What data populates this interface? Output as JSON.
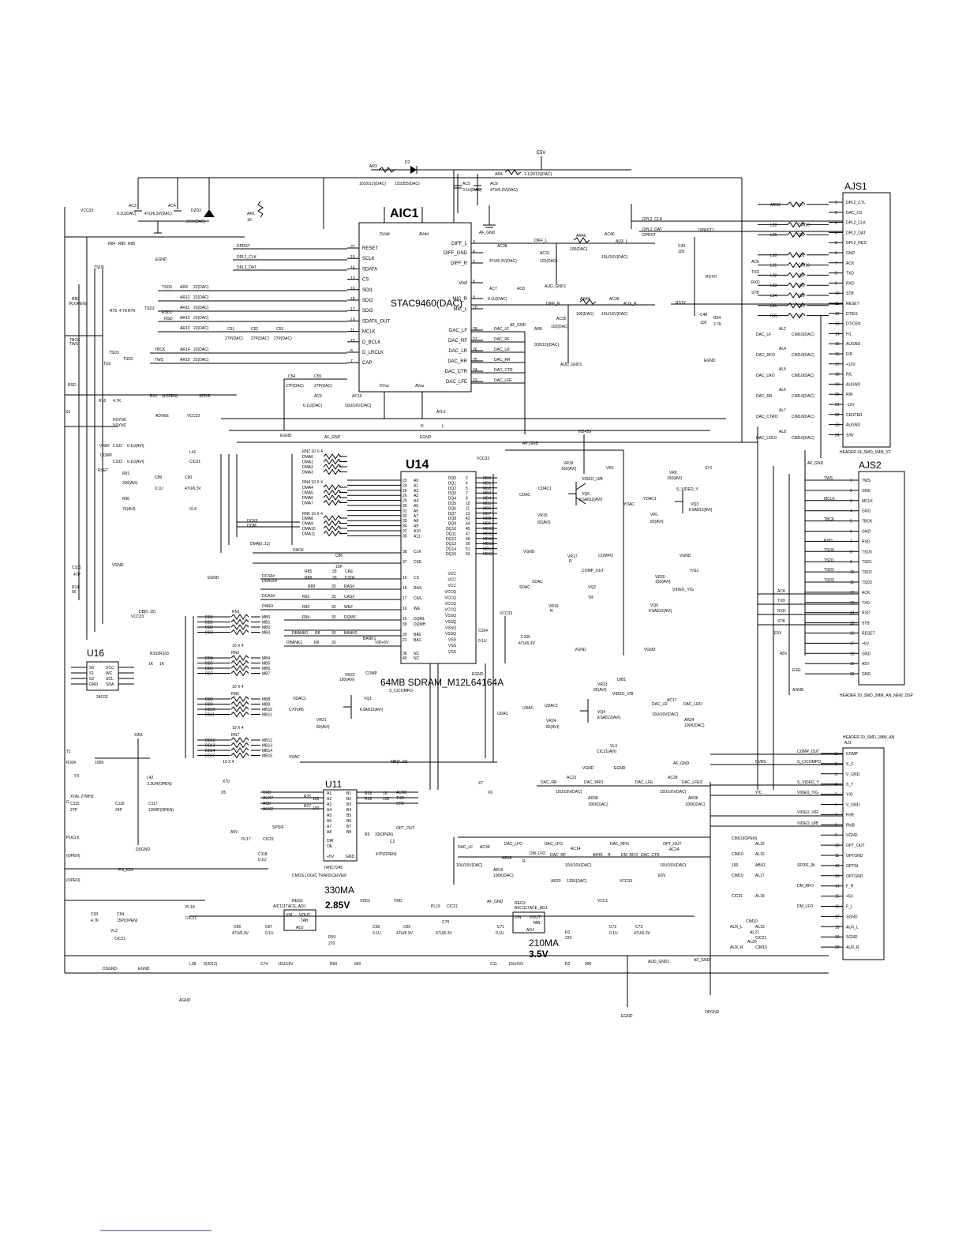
{
  "rail": {
    "e5v": "E5V",
    "vcc33": "VCC33",
    "vid5v": "VID+5V"
  },
  "aic1": {
    "ref": "AIC1",
    "part": "STAC9460(DAC)",
    "left_pins": [
      {
        "name": "RESET",
        "num": "22"
      },
      {
        "name": "SCLK",
        "num": "15"
      },
      {
        "name": "SDATA",
        "num": "14"
      },
      {
        "name": "CS",
        "num": "13"
      },
      {
        "name": "SDI1",
        "num": "16"
      },
      {
        "name": "SDI2",
        "num": "18"
      },
      {
        "name": "SDI3",
        "num": "17"
      },
      {
        "name": "SDATA_OUT",
        "num": "10"
      },
      {
        "name": "MCLK",
        "num": "11"
      },
      {
        "name": "D_BCLK",
        "num": "12"
      },
      {
        "name": "D_LRCLK",
        "num": "8"
      },
      {
        "name": "CAP",
        "num": "7"
      }
    ],
    "right_pins": [
      {
        "name": "DIFF_L",
        "num": "3"
      },
      {
        "name": "DIFF_GND",
        "num": "4"
      },
      {
        "name": "DIFF_R",
        "num": "5"
      },
      {
        "name": "Vref",
        "num": "6"
      },
      {
        "name": "MIC_R",
        "num": "9"
      },
      {
        "name": "MIC_L",
        "num": "10"
      },
      {
        "name": "DAC_LF",
        "num": "28"
      },
      {
        "name": "DAC_RF",
        "num": "27"
      },
      {
        "name": "DAC_LR",
        "num": "26"
      },
      {
        "name": "DAC_RR",
        "num": "25"
      },
      {
        "name": "DAC_CTR",
        "num": "24"
      },
      {
        "name": "DAC_LFE",
        "num": "23"
      }
    ],
    "top_pins": [
      "DVdd",
      "AVdd"
    ],
    "bottom_pins": [
      "DVss",
      "AVss"
    ]
  },
  "u14": {
    "ref": "U14",
    "part": "64MB SDRAM_M12L64164A",
    "vcc": "VCC33",
    "addr_pins": [
      {
        "name": "A0",
        "num": "23"
      },
      {
        "name": "A1",
        "num": "24"
      },
      {
        "name": "A2",
        "num": "25"
      },
      {
        "name": "A3",
        "num": "26"
      },
      {
        "name": "A4",
        "num": "29"
      },
      {
        "name": "A5",
        "num": "30"
      },
      {
        "name": "A6",
        "num": "31"
      },
      {
        "name": "A7",
        "num": "32"
      },
      {
        "name": "A8",
        "num": "33"
      },
      {
        "name": "A9",
        "num": "34"
      },
      {
        "name": "A10",
        "num": "22"
      },
      {
        "name": "A11",
        "num": "35"
      }
    ],
    "ctrl_pins": [
      {
        "name": "CLK",
        "num": "38"
      },
      {
        "name": "CKE",
        "num": "37"
      },
      {
        "name": "CS",
        "num": "19"
      },
      {
        "name": "RAS",
        "num": "18"
      },
      {
        "name": "CAS",
        "num": "17"
      },
      {
        "name": "WE",
        "num": "16"
      },
      {
        "name": "DQML",
        "num": "15"
      },
      {
        "name": "DQMH",
        "num": "39"
      },
      {
        "name": "BA0",
        "num": "20"
      },
      {
        "name": "BA1",
        "num": "21"
      },
      {
        "name": "NC",
        "num": "36"
      },
      {
        "name": "NC",
        "num": "40"
      }
    ],
    "dq_pins": [
      {
        "name": "DQ0",
        "num": "2"
      },
      {
        "name": "DQ1",
        "num": "4"
      },
      {
        "name": "DQ2",
        "num": "5"
      },
      {
        "name": "DQ3",
        "num": "7"
      },
      {
        "name": "DQ4",
        "num": "8"
      },
      {
        "name": "DQ5",
        "num": "10"
      },
      {
        "name": "DQ6",
        "num": "11"
      },
      {
        "name": "DQ7",
        "num": "13"
      },
      {
        "name": "DQ8",
        "num": "42"
      },
      {
        "name": "DQ9",
        "num": "44"
      },
      {
        "name": "DQ10",
        "num": "45"
      },
      {
        "name": "DQ11",
        "num": "47"
      },
      {
        "name": "DQ12",
        "num": "48"
      },
      {
        "name": "DQ13",
        "num": "50"
      },
      {
        "name": "DQ14",
        "num": "51"
      },
      {
        "name": "DQ15",
        "num": "53"
      }
    ],
    "mb_nets": [
      "MB0",
      "MB1",
      "MB2",
      "MB3",
      "MB4",
      "MB5",
      "MB6",
      "MB7",
      "MB8",
      "MB9",
      "MB10",
      "MB11",
      "MB12",
      "MB13",
      "MB14",
      "MB15"
    ],
    "power_pins": [
      "VCC",
      "VCC",
      "VCC",
      "VCCQ",
      "VCCQ",
      "VCCQ",
      "VCCQ",
      "VSSQ",
      "VSSQ",
      "VSSQ",
      "VSSQ",
      "VSS",
      "VSS",
      "VSS"
    ]
  },
  "u11": {
    "ref": "U11",
    "part": "74HCT245",
    "desc": "CMOS LOGIC TRANSCEIVER",
    "a_pins": [
      "A1",
      "A2",
      "A3",
      "A4",
      "A5",
      "A6",
      "A7",
      "A8"
    ],
    "b_pins": [
      "B1",
      "B2",
      "B3",
      "B4",
      "B5",
      "B6",
      "B7",
      "B8"
    ],
    "ctrl": [
      "DIR",
      "OE",
      "+5V",
      "GND"
    ],
    "in_nets": [
      "RXD",
      "AUX7",
      "ACK",
      "AUX2"
    ],
    "out_nets": [
      "AUX8",
      "TXD",
      "STB",
      "OPT_OUT"
    ]
  },
  "u16": {
    "ref": "U16",
    "part": "24C02",
    "left": [
      "S0",
      "S1",
      "S2",
      "GND"
    ],
    "right": [
      "VCC",
      "WC",
      "SCL",
      "SDA"
    ]
  },
  "ajs1": {
    "ref": "AJS1",
    "part": "HEADER 24_SMD_1MM_ST",
    "pins": [
      "DPL2_CTL",
      "DAC_CS",
      "DPL2_CLK",
      "DPL2_DAT",
      "DPL2_RES",
      "GND",
      "ACK",
      "TXD",
      "RXD",
      "STB",
      "RESET",
      "DT/ES",
      "DT/CEN",
      "F/L",
      "AUGND",
      "F/R",
      "+12V",
      "R/L",
      "AUGND",
      "R/R",
      "-12V",
      "CENTER",
      "AUGND",
      "S/W"
    ]
  },
  "ajs2": {
    "ref": "AJS2",
    "part": "HEADER 20_SMD_2MM_AN_NEW_DSP",
    "pins": [
      "TWS",
      "GND",
      "MCLK",
      "GND",
      "TBCK",
      "GND",
      "RSD",
      "TSD0",
      "TSD1",
      "TSD2",
      "TSD3",
      "ACK",
      "TXD",
      "RXD",
      "STB",
      "RESET",
      "+5V",
      "GND",
      "A5V",
      "GND"
    ]
  },
  "aj1": {
    "ref": "AJ1",
    "part": "HEADER 20_SMD_1MM_AN",
    "pins": [
      "COMP",
      "S_C",
      "V_GND",
      "S_Y",
      "Y/G",
      "V_GND",
      "Pr/R",
      "Pb/B",
      "VGND",
      "OPT_OUT",
      "OPTGND",
      "OPTIN",
      "OPTGND",
      "F_R",
      "+5V",
      "F_L",
      "SGND",
      "AUX_L",
      "SGND",
      "AUX_R"
    ]
  },
  "regs": [
    {
      "ref": "REG2",
      "part": "AIC1117ACE_ADJ",
      "pins": [
        "VIN",
        "VOUT",
        "TAB",
        "ADJ"
      ],
      "current": "330MA",
      "voltage": "2.85V"
    },
    {
      "ref": "REG3",
      "part": "AIC1117ACE_ADJ",
      "pins": [
        "VIN",
        "VOUT",
        "TAB",
        "ADJ"
      ],
      "current": "210MA",
      "voltage": "3.5V"
    }
  ],
  "transistors": [
    {
      "ref": "VQ5",
      "part": "KSA812(AVI)"
    },
    {
      "ref": "VQ3",
      "part": "KSA812(AVI)"
    },
    {
      "ref": "VQ2",
      "part": "TR"
    },
    {
      "ref": "VQ6",
      "part": "KSA812(AVI)"
    },
    {
      "ref": "VQ1",
      "part": "KSA812(AVI)"
    },
    {
      "ref": "VQ4",
      "part": "KSA812(AVI)"
    }
  ],
  "parts": [
    "AR3 10(2012)(DAC)",
    "D2 1SS355(DAC)",
    "AC5 0.1U(DAC)",
    "AC6 47U/6.3V(DAC)",
    "AR4 1.1(2012)(DAC)",
    "AC3 0.1U(DAC)",
    "AC4 47U/6.3V(DAC)",
    "DZD2 3.6V(DAC)",
    "AR1 1K",
    "AR40 100(DAC)",
    "AC40 10U/16V(DAC)",
    "AC31 102(DAC)",
    "AR44 100(DAC)",
    "AC36 10U/16V(DAC)",
    "AC35 102(DAC)",
    "AR8 0(2012)(DAC)",
    "C43 105",
    "C48 105",
    "R34 2.7K",
    "C51 27P(DAC)",
    "C52 27P(DAC)",
    "C53 27P(DAC)",
    "C54 27P(DAC)",
    "C55 27P(DAC)",
    "AC9 0.1U(DAC)",
    "AC10 10U/16V(DAC)",
    "AC38 47U/6.3V(DAC)",
    "AC7 0.1U(DAC)",
    "VR18 150(AVI)",
    "VR15 82(AVI)",
    "VR1 82(AVI)",
    "VR6 150(AVI)",
    "VR17",
    "VR16",
    "VR20 150(AVI)",
    "VR21 82(AVI)",
    "VR22 150(AVI)",
    "VR23 82(AVI)",
    "VR24 82(AVI)",
    "C105 47U/6.3V",
    "C104 0.1U",
    "R91 200(AVI)",
    "R90 75(AVI)",
    "C89 0.1U",
    "C90 47U/6.3V",
    "R104 100K",
    "Y3 XTAL 27MHZ",
    "C115 27P",
    "C116 24P",
    "C117 1000P(OPEN)",
    "L42 3.3UH(OPEN)",
    "C93 4.7K",
    "C94 15P(OPEN)",
    "C66 47U/6.3V",
    "C67 0.1U",
    "R59 270",
    "C68 0.1U",
    "C69 47U/6.3V",
    "C70 47U/6.3V",
    "C71 0.1U",
    "R1 220",
    "C72 0.1U",
    "C73 47U/6.3V",
    "R60 560",
    "R2 390",
    "C74 10U/16V",
    "C11 10U/16V",
    "AR16 100K(DAC)",
    "AR20 120K(DAC)",
    "AR36 100K(DAC)",
    "AR24 100K(DAC)",
    "AR38 100K(DAC)",
    "AC21 10U/16V(DAC)",
    "AC28 10U/16V(DAC)",
    "AC17 10U/16V(DAC)",
    "AC39 10U/16V(DAC)",
    "AC14 10U/16V(DAC)",
    "AC24 10U/16V(DAC)"
  ],
  "ajs1_links": [
    {
      "ref": "ARS2",
      "val": "1K"
    },
    {
      "ref": "L28",
      "val": "CIM10"
    },
    {
      "ref": "L29",
      "val": "100"
    },
    {
      "ref": "L30",
      "val": "100"
    },
    {
      "ref": "L31",
      "val": "CIM10"
    },
    {
      "ref": "L32",
      "val": "100"
    },
    {
      "ref": "L33",
      "val": "100"
    },
    {
      "ref": "L34",
      "val": "100"
    },
    {
      "ref": "L35",
      "val": "100"
    },
    {
      "ref": "R35",
      "val": "1K"
    }
  ],
  "nets": {
    "grounds": [
      "EGND",
      "AF_GND",
      "AUD_GND1",
      "VGND",
      "AGND",
      "DSGND",
      "ESG",
      "OPGND"
    ],
    "signals": [
      "TSD0",
      "TSD1",
      "TSD2",
      "TSD3",
      "TBCK",
      "TWS",
      "RSD",
      "RST#",
      "DPRST",
      "DPL2_CLK",
      "DPL2_DAT",
      "DPRST1",
      "HSYNC",
      "VSYNC",
      "COMP",
      "VREF",
      "RESET",
      "ADVEE",
      "DCKE",
      "DQM",
      "DMA[0..11]",
      "DB[0..15]",
      "MB[0..15]",
      "DCS0#",
      "DRAS0#",
      "DCAS#",
      "DWE#",
      "DBANK0",
      "DBANK1",
      "BANK0",
      "BANK1",
      "CDAC",
      "YDAC",
      "VDAC",
      "UDAC",
      "COMPO",
      "VIDEO_U/B",
      "VIDEO_V/R",
      "VIDEO_Y/G",
      "S_VIDEO_Y",
      "S_C/COMPO",
      "SPDIF",
      "SPDIF_IN",
      "OPT_OUT",
      "PG_K2X",
      "DM_RFO",
      "DM_LFO",
      "CNTR",
      "AUX_L",
      "AUX_R"
    ]
  },
  "labels": {
    "dma_bus": "DMA[0..11]",
    "db_bus": "DB[0..15]",
    "mb_bus": "MB[0..15]",
    "rn": [
      "RN2 10 X 4",
      "RN4 10 X 4",
      "RN6 10 X 4",
      "RN1",
      "RN3",
      "RN5",
      "RN7"
    ],
    "xin": "XIN1",
    "x_pins": [
      "X70",
      "X5",
      "X7",
      "X6"
    ],
    "pucl": "PUCLK",
    "open": "(OPEN)"
  }
}
